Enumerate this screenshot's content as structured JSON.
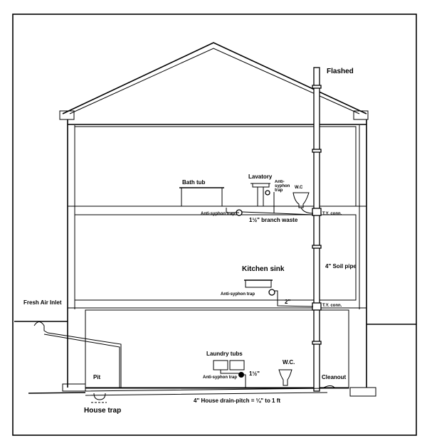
{
  "labels": {
    "flashed": "Flashed",
    "bath_tub": "Bath tub",
    "lavatory": "Lavatory",
    "lav_trap": "Anti-syphon trap",
    "wc_upper": "W.C",
    "bath_trap": "Anti-syphon trap",
    "branch_waste": "1½\" branch waste",
    "ty_conn_upper": "T.Y. conn.",
    "kitchen_sink": "Kitchen sink",
    "kitchen_trap": "Anti-syphon trap",
    "soil_pipe": "4\" Soil pipe",
    "kitchen_waste_size": "2\"",
    "ty_conn_lower": "T.Y. conn.",
    "fresh_air_inlet": "Fresh Air Inlet",
    "laundry_tubs": "Laundry tubs",
    "laundry_size": "1½\"",
    "laundry_trap": "Anti-syphon trap",
    "wc_basement": "W.C.",
    "pit": "Pit",
    "cleanout": "Cleanout",
    "house_trap": "House trap",
    "house_drain": "4\" House drain-pitch = ¼\" to 1 ft"
  }
}
